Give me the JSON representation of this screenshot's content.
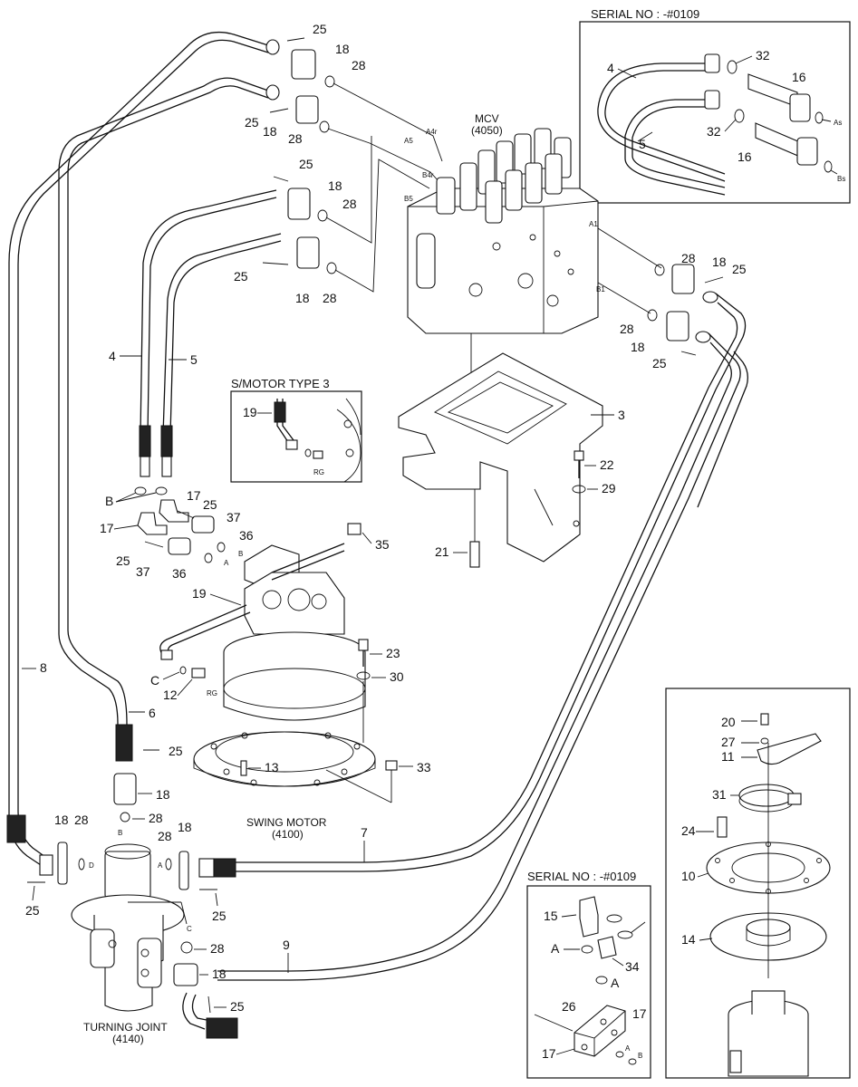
{
  "boxes": {
    "serial_top": {
      "title": "SERIAL NO : -#0109"
    },
    "smotor": {
      "title": "S/MOTOR TYPE 3"
    },
    "serial_bottom": {
      "title": "SERIAL NO : -#0109"
    }
  },
  "components": {
    "mcv": {
      "name": "MCV",
      "code": "(4050)"
    },
    "swing_motor": {
      "name": "SWING MOTOR",
      "code": "(4100)"
    },
    "turning_joint": {
      "name": "TURNING JOINT",
      "code": "(4140)"
    }
  },
  "ports": {
    "a4r": "A4r",
    "a5": "A5",
    "b4r": "B4r",
    "b5": "B5",
    "a1": "A1",
    "b1": "B1",
    "as_top": "As",
    "bs_top": "Bs",
    "rg1": "RG",
    "rg2": "RG",
    "a_sm": "A",
    "b_sm": "B",
    "a_tj": "A",
    "b_tj": "B",
    "c_tj": "C",
    "d_tj": "D",
    "a_sb": "A",
    "b_sb": "B"
  },
  "callouts": {
    "c25a": "25",
    "c18a": "18",
    "c28a": "28",
    "c25b": "25",
    "c18b": "18",
    "c28b": "28",
    "c25c": "25",
    "c18c": "18",
    "c28c": "28",
    "c25d": "25",
    "c18d": "18",
    "c28d": "28",
    "c28e": "28",
    "c18e": "18",
    "c25e": "25",
    "c28f": "28",
    "c18f": "18",
    "c25f": "25",
    "c4": "4",
    "c5": "5",
    "c3": "3",
    "c22": "22",
    "c29": "29",
    "c21": "21",
    "c19": "19",
    "cB": "B",
    "c17a": "17",
    "c25g": "25",
    "c37a": "37",
    "c36a": "36",
    "c17b": "17",
    "c35": "35",
    "c25h": "25",
    "c37b": "37",
    "c36b": "36",
    "c19b": "19",
    "c23": "23",
    "cC": "C",
    "c30": "30",
    "c12": "12",
    "c8": "8",
    "c6": "6",
    "c25i": "25",
    "c13": "13",
    "c33": "33",
    "c18g": "18",
    "c28g": "28",
    "c18h": "18",
    "c28h": "28",
    "c28i": "28",
    "c18i": "18",
    "c7": "7",
    "c25j": "25",
    "c25k": "25",
    "c28j": "28",
    "c18j": "18",
    "c9": "9",
    "c25l": "25",
    "st4": "4",
    "st5": "5",
    "st32a": "32",
    "st32b": "32",
    "st16a": "16",
    "st16b": "16",
    "r20": "20",
    "r27": "27",
    "r11": "11",
    "r31": "31",
    "r24": "24",
    "r10": "10",
    "r14": "14",
    "b15": "15",
    "bA1": "A",
    "b34": "34",
    "bA2": "A",
    "b26": "26",
    "b17a": "17",
    "b17b": "17"
  }
}
